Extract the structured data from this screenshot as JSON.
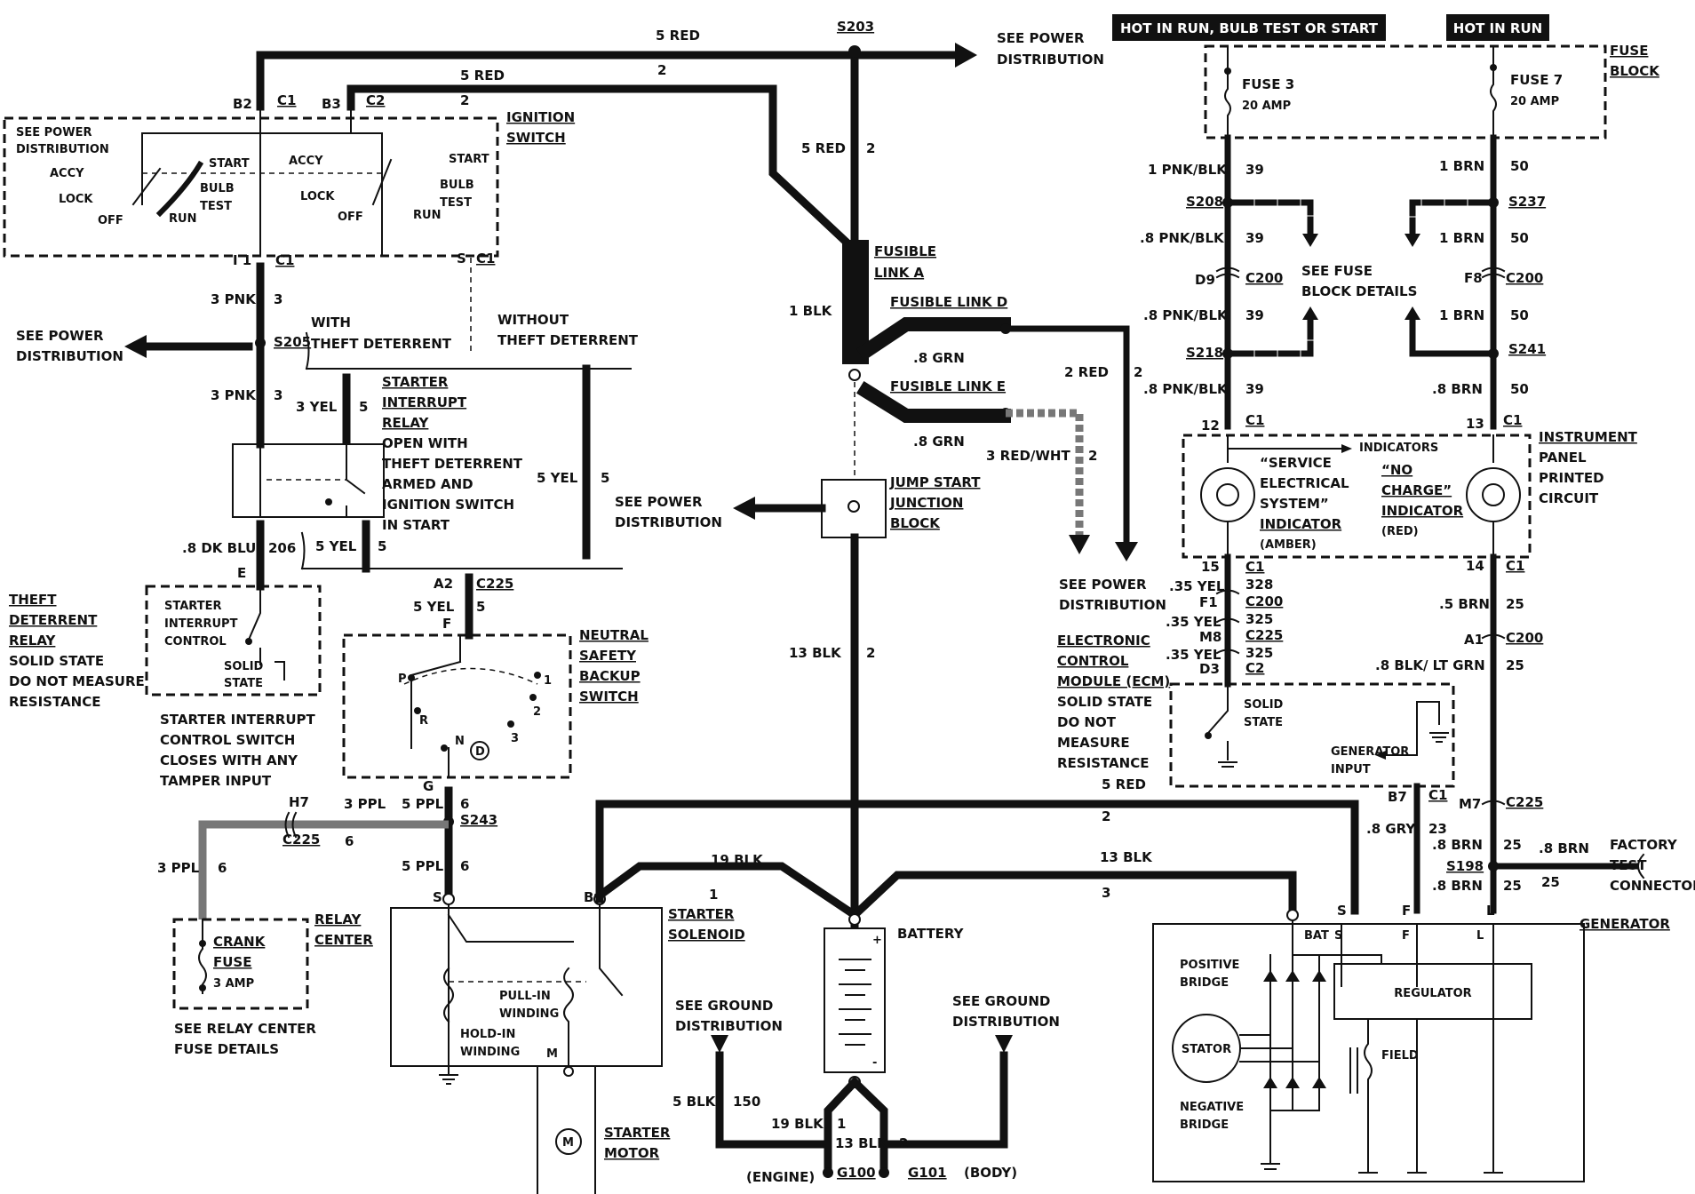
{
  "header": {
    "hot_run_bulb": "HOT IN RUN, BULB TEST OR START",
    "hot_run": "HOT IN RUN"
  },
  "wires": {
    "w_5red_top": "5 RED",
    "w_5red_2": "5 RED",
    "w_2a": "2",
    "w_2b": "2",
    "w_5red_s203": "5 RED",
    "w_2c": "2",
    "w_1blk": "1 BLK",
    "w_8grn_d": ".8 GRN",
    "w_8grn_e": ".8 GRN",
    "w_2red": "2 RED",
    "w_2d": "2",
    "w_3redwht": "3 RED/WHT",
    "w_2e": "2",
    "w_13blk": "13 BLK",
    "w_2f": "2",
    "w_3pnk_a": "3 PNK",
    "w_3a": "3",
    "w_3pnk_b": "3 PNK",
    "w_3b": "3",
    "w_3yel": "3 YEL",
    "w_5a": "5",
    "w_8dkblu": ".8 DK BLU",
    "w_206": "206",
    "w_5yel_a": "5 YEL",
    "w_5b": "5",
    "w_5yel_b": "5 YEL",
    "w_5c": "5",
    "w_5yel_c": "5 YEL",
    "w_5d": "5",
    "w_3ppl_a": "3 PPL",
    "w_6a": "6",
    "w_5ppl_a": "5 PPL",
    "w_6b": "6",
    "w_3ppl_b": "3 PPL",
    "w_6c": "6",
    "w_5ppl_b": "5 PPL",
    "w_6d": "6",
    "w_19blk_a": "19 BLK",
    "w_1a": "1",
    "w_13blk_b": "13 BLK",
    "w_3c": "3",
    "w_5red_ecm": "5 RED",
    "w_2g": "2",
    "w_5blk": "5 BLK",
    "w_150": "150",
    "w_19blk_b": "19 BLK",
    "w_1b": "1",
    "w_13blk_c": "13 BLK",
    "w_2h": "2",
    "w_1pnkblk": "1 PNK/BLK",
    "w_39a": "39",
    "w_8pnkblk_a": ".8 PNK/BLK",
    "w_39b": "39",
    "w_8pnkblk_b": ".8 PNK/BLK",
    "w_39c": "39",
    "w_8pnkblk_c": ".8 PNK/BLK",
    "w_39d": "39",
    "w_1brn_a": "1 BRN",
    "w_50a": "50",
    "w_1brn_b": "1 BRN",
    "w_50b": "50",
    "w_1brn_c": "1 BRN",
    "w_50c": "50",
    "w_8brn_a": ".8 BRN",
    "w_50d": "50",
    "w_35yel_a": ".35 YEL",
    "w_328": "328",
    "w_35yel_b": ".35 YEL",
    "w_325a": "325",
    "w_35yel_c": ".35 YEL",
    "w_325b": "325",
    "w_5brn": ".5 BRN",
    "w_25a": "25",
    "w_8blkltgrn": ".8 BLK/ LT GRN",
    "w_25b": "25",
    "w_8gry": ".8 GRY",
    "w_23": "23",
    "w_8brn_b": ".8 BRN",
    "w_25c": "25",
    "w_8brn_c": ".8 BRN",
    "w_25d": "25",
    "w_8brn_d": ".8 BRN",
    "w_25e": "25"
  },
  "connectors": {
    "s203": "S203",
    "b2": "B2",
    "c1a": "C1",
    "b3": "B3",
    "c2a": "C2",
    "i1": "I 1",
    "c1b": "C1",
    "s": "S",
    "c1c": "C1",
    "s205": "S205",
    "e": "E",
    "a2": "A2",
    "c225a": "C225",
    "f": "F",
    "g": "G",
    "h7": "H7",
    "c225b": "C225",
    "s243": "S243",
    "s_sol": "S",
    "b_sol": "B",
    "s208": "S208",
    "d9": "D9",
    "c200a": "C200",
    "s218": "S218",
    "n12": "12",
    "c1d": "C1",
    "s237": "S237",
    "f8": "F8",
    "c200b": "C200",
    "s241": "S241",
    "n13": "13",
    "c1e": "C1",
    "n15": "15",
    "c1f": "C1",
    "f1": "F1",
    "c200c": "C200",
    "m8": "M8",
    "c225c": "C225",
    "d3": "D3",
    "c2b": "C2",
    "n14": "14",
    "c1g": "C1",
    "a1": "A1",
    "c200d": "C200",
    "b7": "B7",
    "c1h": "C1",
    "m7": "M7",
    "c225d": "C225",
    "s198": "S198",
    "g100": "G100",
    "g101": "G101",
    "bat": "BAT",
    "gs": "S",
    "gf": "F",
    "gl": "L",
    "ps": "S",
    "pf": "F",
    "pl": "L"
  },
  "labels": {
    "see_power_1a": "SEE POWER",
    "see_power_1b": "DISTRIBUTION",
    "see_power_2a": "SEE POWER",
    "see_power_2b": "DISTRIBUTION",
    "see_power_3a": "SEE POWER",
    "see_power_3b": "DISTRIBUTION",
    "see_power_4a": "SEE POWER",
    "see_power_4b": "DISTRIBUTION",
    "see_power_5a": "SEE POWER",
    "see_power_5b": "DISTRIBUTION",
    "ign_switch_1": "IGNITION",
    "ign_switch_2": "SWITCH",
    "ign_accy_a": "ACCY",
    "ign_lock_a": "LOCK",
    "ign_off_a": "OFF",
    "ign_run_a": "RUN",
    "ign_start_a": "START",
    "ign_bulb_a": "BULB",
    "ign_test_a": "TEST",
    "ign_accy_b": "ACCY",
    "ign_lock_b": "LOCK",
    "ign_off_b": "OFF",
    "ign_run_b": "RUN",
    "ign_start_b": "START",
    "ign_bulb_b": "BULB",
    "ign_test_b": "TEST",
    "with_td_1": "WITH",
    "with_td_2": "THEFT DETERRENT",
    "without_td_1": "WITHOUT",
    "without_td_2": "THEFT DETERRENT",
    "sir_1": "STARTER",
    "sir_2": "INTERRUPT",
    "sir_3": "RELAY",
    "sir_4": "OPEN WITH",
    "sir_5": "THEFT DETERRENT",
    "sir_6": "ARMED AND",
    "sir_7": "IGNITION SWITCH",
    "sir_8": "IN START",
    "tdr_1": "THEFT",
    "tdr_2": "DETERRENT",
    "tdr_3": "RELAY",
    "tdr_4": "SOLID STATE",
    "tdr_5": "DO NOT MEASURE",
    "tdr_6": "RESISTANCE",
    "sic_1": "STARTER",
    "sic_2": "INTERRUPT",
    "sic_3": "CONTROL",
    "sic_4": "SOLID",
    "sic_5": "STATE",
    "sics_1": "STARTER INTERRUPT",
    "sics_2": "CONTROL SWITCH",
    "sics_3": "CLOSES WITH ANY",
    "sics_4": "TAMPER INPUT",
    "nsb_1": "NEUTRAL",
    "nsb_2": "SAFETY",
    "nsb_3": "BACKUP",
    "nsb_4": "SWITCH",
    "nsb_p": "P",
    "nsb_r": "R",
    "nsb_n": "N",
    "nsb_d": "D",
    "nsb_1n": "1",
    "nsb_2n": "2",
    "nsb_3n": "3",
    "fusible_a_1": "FUSIBLE",
    "fusible_a_2": "LINK A",
    "fusible_d": "FUSIBLE LINK D",
    "fusible_e": "FUSIBLE LINK E",
    "jsjb_1": "JUMP START",
    "jsjb_2": "JUNCTION",
    "jsjb_3": "BLOCK",
    "crank_1": "CRANK",
    "crank_2": "FUSE",
    "crank_3": "3 AMP",
    "relay_center_1": "RELAY",
    "relay_center_2": "CENTER",
    "rc_details_1": "SEE RELAY CENTER",
    "rc_details_2": "FUSE DETAILS",
    "sol_1": "STARTER",
    "sol_2": "SOLENOID",
    "pull_in_1": "PULL-IN",
    "pull_in_2": "WINDING",
    "hold_in_1": "HOLD-IN",
    "hold_in_2": "WINDING",
    "sol_m": "M",
    "starter_motor_1": "STARTER",
    "starter_motor_2": "MOTOR",
    "motor_m": "M",
    "battery": "BATTERY",
    "ground_1a": "SEE GROUND",
    "ground_1b": "DISTRIBUTION",
    "ground_2a": "SEE GROUND",
    "ground_2b": "DISTRIBUTION",
    "engine": "(ENGINE)",
    "body": "(BODY)",
    "fuse3_1": "FUSE 3",
    "fuse3_2": "20 AMP",
    "fuse7_1": "FUSE 7",
    "fuse7_2": "20 AMP",
    "fuse_block_1": "FUSE",
    "fuse_block_2": "BLOCK",
    "see_fuse_1": "SEE FUSE",
    "see_fuse_2": "BLOCK DETAILS",
    "indicators": "INDICATORS",
    "ses_1": "“SERVICE",
    "ses_2": "ELECTRICAL",
    "ses_3": "SYSTEM”",
    "ses_4": "INDICATOR",
    "ses_5": "(AMBER)",
    "nc_1": "“NO",
    "nc_2": "CHARGE”",
    "nc_3": "INDICATOR",
    "nc_4": "(RED)",
    "ipc_1": "INSTRUMENT",
    "ipc_2": "PANEL",
    "ipc_3": "PRINTED",
    "ipc_4": "CIRCUIT",
    "ecm_1": "ELECTRONIC",
    "ecm_2": "CONTROL",
    "ecm_3": "MODULE (ECM)",
    "ecm_4": "SOLID STATE",
    "ecm_5": "DO NOT",
    "ecm_6": "MEASURE",
    "ecm_7": "RESISTANCE",
    "ecm_ss_1": "SOLID",
    "ecm_ss_2": "STATE",
    "gen_input_1": "GENERATOR",
    "gen_input_2": "INPUT",
    "factory_1": "FACTORY",
    "factory_2": "TEST",
    "factory_3": "CONNECTOR",
    "generator": "GENERATOR",
    "pos_bridge_1": "POSITIVE",
    "pos_bridge_2": "BRIDGE",
    "stator": "STATOR",
    "neg_bridge_1": "NEGATIVE",
    "neg_bridge_2": "BRIDGE",
    "regulator": "REGULATOR",
    "field": "FIELD"
  }
}
